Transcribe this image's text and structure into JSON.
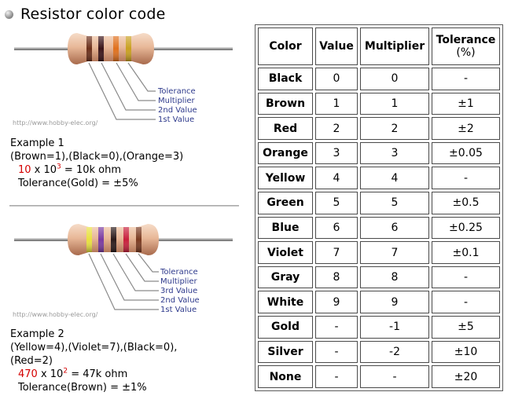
{
  "heading": {
    "title": "Resistor color code"
  },
  "diagram1": {
    "labels": [
      "Tolerance",
      "Multiplier",
      "2nd Value",
      "1st Value"
    ],
    "watermark": "http://www.hobby-elec.org/",
    "bands": [
      "#6b2f1a",
      "#3a1418",
      "#e0701c",
      "#c9a020"
    ]
  },
  "example1": {
    "title": "Example 1",
    "line1": "(Brown=1),(Black=0),(Orange=3)",
    "calc_value": "10",
    "calc_times": " x 10",
    "calc_exp": "3",
    "calc_result": " = 10k ohm",
    "tolerance": "Tolerance(Gold) = ±5%"
  },
  "diagram2": {
    "labels": [
      "Tolerance",
      "Multiplier",
      "3rd Value",
      "2nd Value",
      "1st Value"
    ],
    "watermark": "http://www.hobby-elec.org/",
    "bands": [
      "#e8e040",
      "#7a3aa0",
      "#2a1a1a",
      "#c8203c",
      "#7a3a20"
    ]
  },
  "example2": {
    "title": "Example 2",
    "line1": "(Yellow=4),(Violet=7),(Black=0),",
    "line2": "(Red=2)",
    "calc_value": "470",
    "calc_times": " x 10",
    "calc_exp": "2",
    "calc_result": " = 47k ohm",
    "tolerance": "Tolerance(Brown) = ±1%"
  },
  "table": {
    "headers": {
      "color": "Color",
      "value": "Value",
      "multiplier": "Multiplier",
      "tolerance": "Tolerance",
      "tolerance_unit": "(%)"
    },
    "rows": [
      {
        "color": "Black",
        "value": "0",
        "multiplier": "0",
        "tolerance": "-"
      },
      {
        "color": "Brown",
        "value": "1",
        "multiplier": "1",
        "tolerance": "±1"
      },
      {
        "color": "Red",
        "value": "2",
        "multiplier": "2",
        "tolerance": "±2"
      },
      {
        "color": "Orange",
        "value": "3",
        "multiplier": "3",
        "tolerance": "±0.05"
      },
      {
        "color": "Yellow",
        "value": "4",
        "multiplier": "4",
        "tolerance": "-"
      },
      {
        "color": "Green",
        "value": "5",
        "multiplier": "5",
        "tolerance": "±0.5"
      },
      {
        "color": "Blue",
        "value": "6",
        "multiplier": "6",
        "tolerance": "±0.25"
      },
      {
        "color": "Violet",
        "value": "7",
        "multiplier": "7",
        "tolerance": "±0.1"
      },
      {
        "color": "Gray",
        "value": "8",
        "multiplier": "8",
        "tolerance": "-"
      },
      {
        "color": "White",
        "value": "9",
        "multiplier": "9",
        "tolerance": "-"
      },
      {
        "color": "Gold",
        "value": "-",
        "multiplier": "-1",
        "tolerance": "±5"
      },
      {
        "color": "Silver",
        "value": "-",
        "multiplier": "-2",
        "tolerance": "±10"
      },
      {
        "color": "None",
        "value": "-",
        "multiplier": "-",
        "tolerance": "±20"
      }
    ]
  }
}
